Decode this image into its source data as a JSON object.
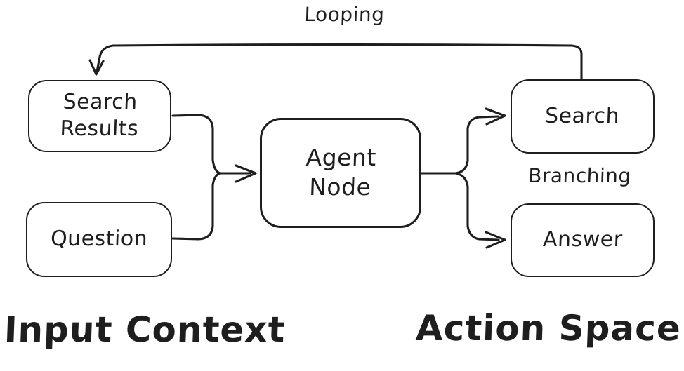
{
  "diagram": {
    "colors": {
      "background": "#ffffff",
      "stroke": "#1e1e1e",
      "text": "#1e1e1e"
    },
    "nodes": {
      "search_results": {
        "label": "Search Results"
      },
      "question": {
        "label": "Question"
      },
      "agent_node": {
        "label": "Agent Node"
      },
      "search": {
        "label": "Search"
      },
      "answer": {
        "label": "Answer"
      }
    },
    "annotations": {
      "looping": "Looping",
      "branching": "Branching",
      "input_context": "Input Context",
      "action_space": "Action Space"
    },
    "edges": [
      {
        "from": "Search Results",
        "to": "Agent Node"
      },
      {
        "from": "Question",
        "to": "Agent Node"
      },
      {
        "from": "Agent Node",
        "to": "Search"
      },
      {
        "from": "Agent Node",
        "to": "Answer"
      },
      {
        "from": "Search",
        "to": "Search Results",
        "label": "Looping"
      }
    ]
  }
}
